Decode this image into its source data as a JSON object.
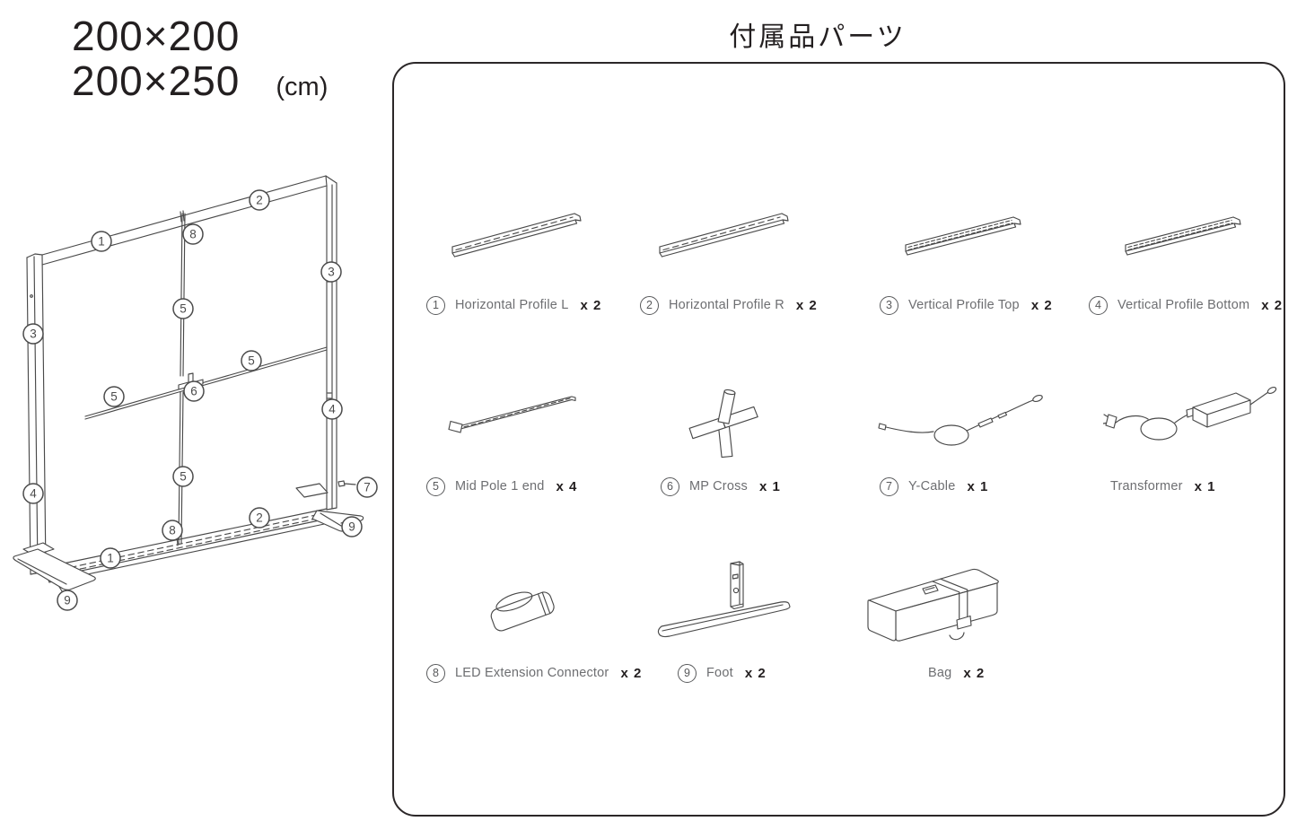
{
  "header": {
    "size_line1": "200×200",
    "size_line2": "200×250",
    "unit": "(cm)",
    "panel_title": "付属品パーツ"
  },
  "frame": {
    "callouts": [
      {
        "n": "1"
      },
      {
        "n": "2"
      },
      {
        "n": "8"
      },
      {
        "n": "3"
      },
      {
        "n": "3"
      },
      {
        "n": "5"
      },
      {
        "n": "5"
      },
      {
        "n": "6"
      },
      {
        "n": "5"
      },
      {
        "n": "4"
      },
      {
        "n": "5"
      },
      {
        "n": "4"
      },
      {
        "n": "7"
      },
      {
        "n": "9"
      },
      {
        "n": "8"
      },
      {
        "n": "2"
      },
      {
        "n": "1"
      },
      {
        "n": "9"
      }
    ]
  },
  "parts": [
    {
      "num": "1",
      "name": "Horizontal Profile L",
      "qty": "x 2"
    },
    {
      "num": "2",
      "name": "Horizontal Profile R",
      "qty": "x 2"
    },
    {
      "num": "3",
      "name": "Vertical Profile Top",
      "qty": "x 2"
    },
    {
      "num": "4",
      "name": "Vertical Profile Bottom",
      "qty": "x 2"
    },
    {
      "num": "5",
      "name": "Mid Pole 1 end",
      "qty": "x 4"
    },
    {
      "num": "6",
      "name": "MP Cross",
      "qty": "x 1"
    },
    {
      "num": "7",
      "name": "Y-Cable",
      "qty": "x 1"
    },
    {
      "num": "",
      "name": "Transformer",
      "qty": "x 1"
    },
    {
      "num": "8",
      "name": "LED Extension Connector",
      "qty": "x 2"
    },
    {
      "num": "9",
      "name": "Foot",
      "qty": "x 2"
    },
    {
      "num": "",
      "name": "Bag",
      "qty": "x 2"
    }
  ]
}
